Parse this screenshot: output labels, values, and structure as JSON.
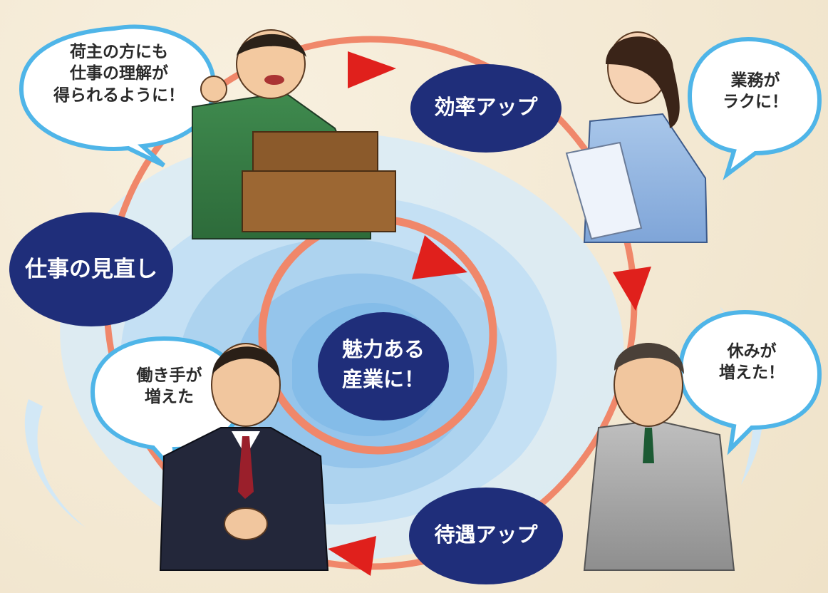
{
  "cycle_nodes": {
    "efficiency": "効率アップ",
    "review": "仕事の見直し",
    "treatment": "待遇アップ",
    "center_line1": "魅力ある",
    "center_line2": "産業に！"
  },
  "bubbles": {
    "shipper": [
      "荷主の方にも",
      "仕事の理解が",
      "得られるように！"
    ],
    "worker_female": [
      "業務が",
      "ラクに！"
    ],
    "worker_male_gray": [
      "休みが",
      "増えた！"
    ],
    "worker_suit": [
      "働き手が",
      "増えた"
    ]
  },
  "people": {
    "shipper": "man in green jacket carrying boxes",
    "worker_female": "woman in blue uniform holding papers",
    "worker_male_gray": "man in gray work uniform",
    "worker_suit": "man in dark suit with red tie"
  },
  "colors": {
    "node_fill": "#1f2e7a",
    "arrow_ring": "#f0876a",
    "arrow_head": "#e0201c",
    "swirl_light": "#cfe6f6",
    "swirl_mid": "#a9d3f0",
    "swirl_dark": "#8cc2ea",
    "bubble_border": "#4fb5e8",
    "background": "#f4ead6"
  }
}
